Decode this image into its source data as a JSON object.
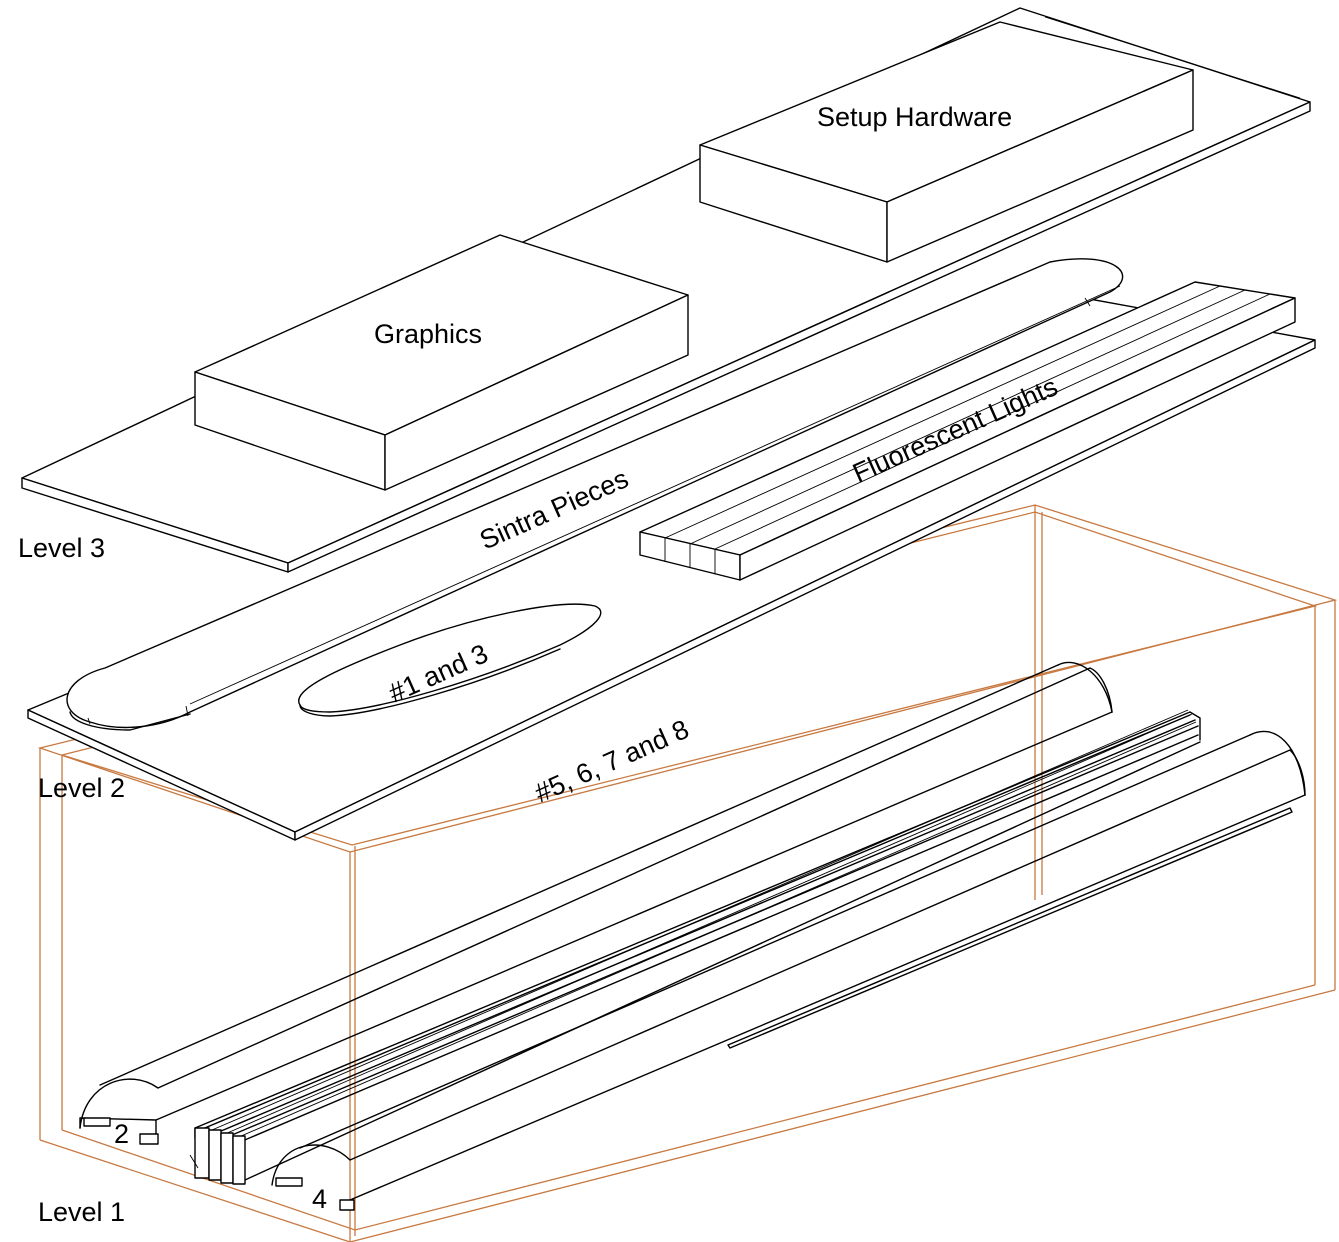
{
  "labels": {
    "setup_hardware": "Setup Hardware",
    "graphics": "Graphics",
    "fluorescent_lights": "Fluorescent Lights",
    "sintra_pieces": "Sintra Pieces",
    "pieces_1_and_3": "#1 and 3",
    "pieces_5_6_7_8": "#5, 6, 7 and 8",
    "piece_2": "2",
    "piece_4": "4"
  },
  "levels": {
    "level_3": "Level 3",
    "level_2": "Level 2",
    "level_1": "Level 1"
  },
  "colors": {
    "line": "#000000",
    "crate": "#c87941",
    "background": "#ffffff"
  }
}
